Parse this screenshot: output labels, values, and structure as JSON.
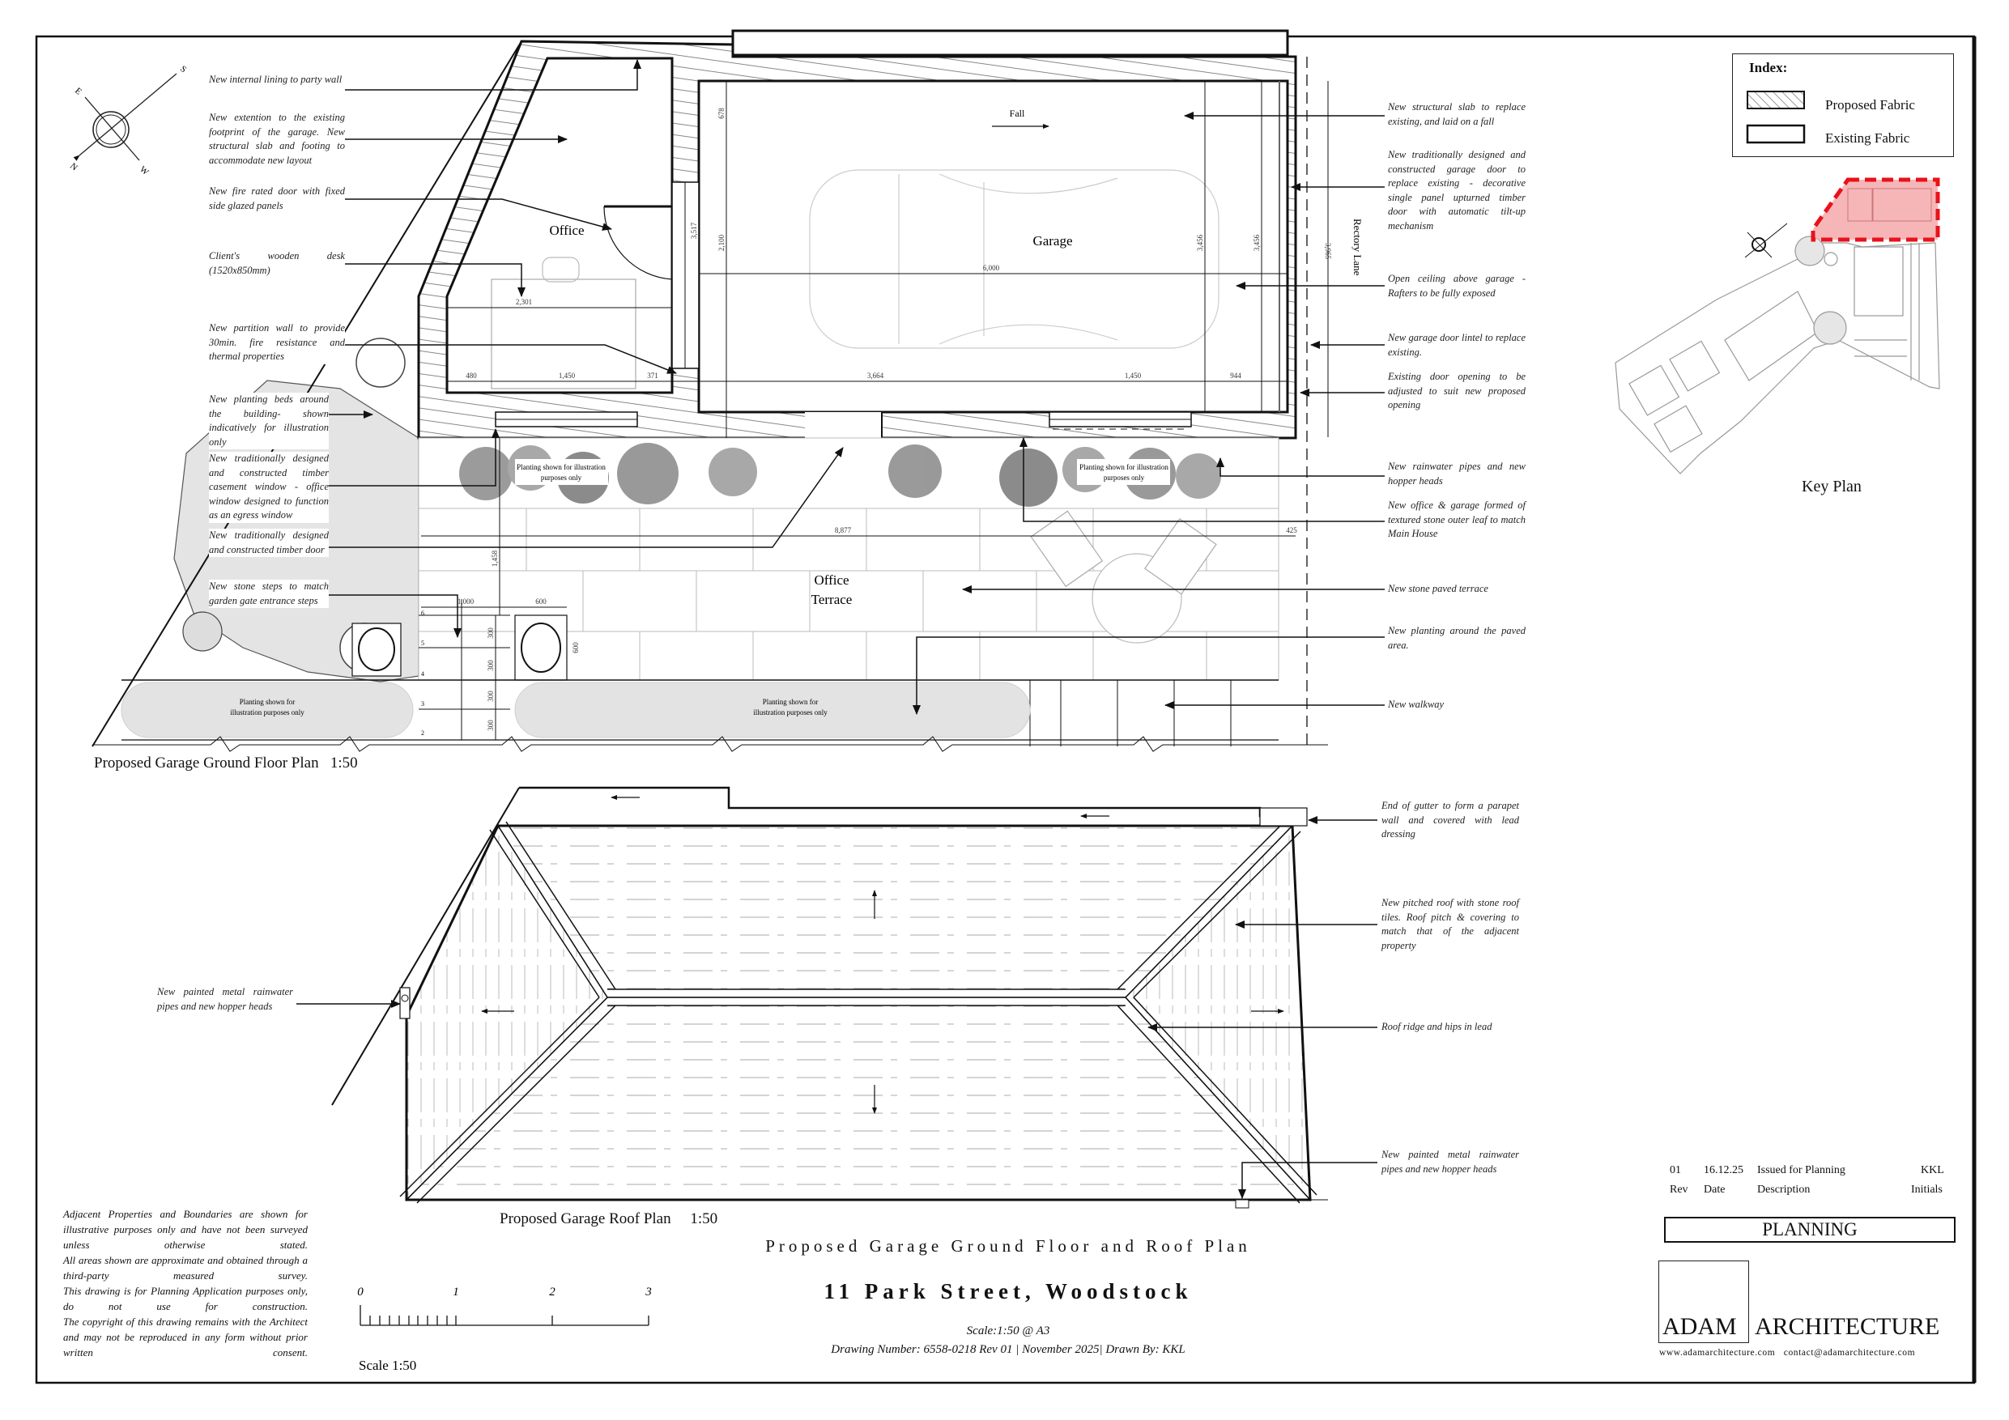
{
  "floor_plan": {
    "title": "Proposed Garage Ground Floor Plan",
    "scale": "1:50",
    "rooms": {
      "office": "Office",
      "garage": "Garage",
      "terrace_line1": "Office",
      "terrace_line2": "Terrace"
    },
    "fall_label": "Fall",
    "street_label": "Rectory Lane",
    "planting_bed_note_line1": "Planting shown for illustration",
    "planting_bed_note_line2": "purposes only",
    "planting_strip_note_line1": "Planting shown for",
    "planting_strip_note_line2": "illustration purposes only",
    "step_numbers": [
      "6",
      "5",
      "4",
      "3",
      "2"
    ],
    "dimensions": {
      "garage_length": "6,000",
      "office_width": "2,301",
      "d480": "480",
      "d1450a": "1,450",
      "d371": "371",
      "d3664": "3,664",
      "d1450b": "1,450",
      "d944": "944",
      "terrace_length": "8,877",
      "d425": "425",
      "d1000": "1,000",
      "d600": "600",
      "d678": "678",
      "d3517": "3,517",
      "d2100": "2,100",
      "d3456a": "3,456",
      "d3456b": "3,456",
      "d3965": "3,965",
      "d1458": "1,458",
      "d300": "300",
      "d600v": "600"
    },
    "annotations_left": [
      "New internal lining to party wall",
      "New extention to the existing footprint of the garage. New structural slab and footing to accommodate new layout",
      "New fire rated door with fixed side glazed panels",
      "Client's wooden desk (1520x850mm)",
      "New partition wall to provide 30min. fire resistance and thermal properties",
      "New planting beds around the building- shown indicatively for illustration only",
      "New traditionally designed and constructed timber casement window - office window designed to function as an egress window",
      "New traditionally designed and constructed timber door",
      "New stone steps to match garden gate entrance steps"
    ],
    "annotations_right": [
      "New structural slab to replace existing, and laid on a fall",
      "New traditionally designed and constructed garage door to replace existing - decorative single panel upturned timber door with automatic tilt-up mechanism",
      "Open ceiling above garage - Rafters to be fully exposed",
      "New garage door lintel to replace existing.",
      "Existing door opening to be adjusted to suit new proposed opening",
      "New rainwater pipes and new hopper heads",
      "New office & garage formed of textured stone outer leaf to match Main House",
      "New stone paved terrace",
      "New planting around the paved area.",
      "New walkway"
    ]
  },
  "roof_plan": {
    "title": "Proposed Garage Roof Plan",
    "scale": "1:50",
    "annotations_left": [
      "New painted metal rainwater pipes and new hopper heads"
    ],
    "annotations_right": [
      "End of gutter to form a parapet wall and covered with lead dressing",
      "New pitched roof with stone roof tiles. Roof pitch & covering to match that of the adjacent property",
      "Roof ridge and hips in lead",
      "New painted metal rainwater pipes and new hopper heads"
    ]
  },
  "compass": {
    "n": "N",
    "e": "E",
    "s": "S",
    "w": "W"
  },
  "index": {
    "title": "Index:",
    "items": [
      {
        "label": "Proposed Fabric"
      },
      {
        "label": "Existing Fabric"
      }
    ]
  },
  "key_plan": {
    "title": "Key Plan",
    "highlight_color": "#e8121b"
  },
  "notes": [
    "Adjacent Properties and Boundaries are shown for illustrative purposes only and have not been surveyed unless otherwise stated.",
    "All areas shown are approximate and obtained through a third-party measured survey.",
    "This drawing is for Planning Application purposes only, do not use for construction.",
    "The copyright of this drawing remains with the Architect and may not be reproduced in any form without prior written consent."
  ],
  "scale_bar": {
    "ticks": [
      "0",
      "1",
      "2",
      "3"
    ],
    "label": "Scale 1:50"
  },
  "title_block": {
    "drawing_title": "Proposed Garage Ground Floor and Roof Plan",
    "address": "11 Park Street, Woodstock",
    "scale": "Scale:1:50 @ A3",
    "drawing_info": "Drawing Number: 6558-0218 Rev 01 | November 2025| Drawn By: KKL",
    "revision": {
      "rev": "01",
      "date": "16.12.25",
      "description": "Issued for Planning",
      "initials": "KKL"
    },
    "revision_headers": {
      "rev": "Rev",
      "date": "Date",
      "description": "Description",
      "initials": "Initials"
    },
    "status": "PLANNING",
    "company_part1": "ADAM",
    "company_part2": "ARCHITECTURE",
    "website": "www.adamarchitecture.com",
    "email": "contact@adamarchitecture.com"
  }
}
